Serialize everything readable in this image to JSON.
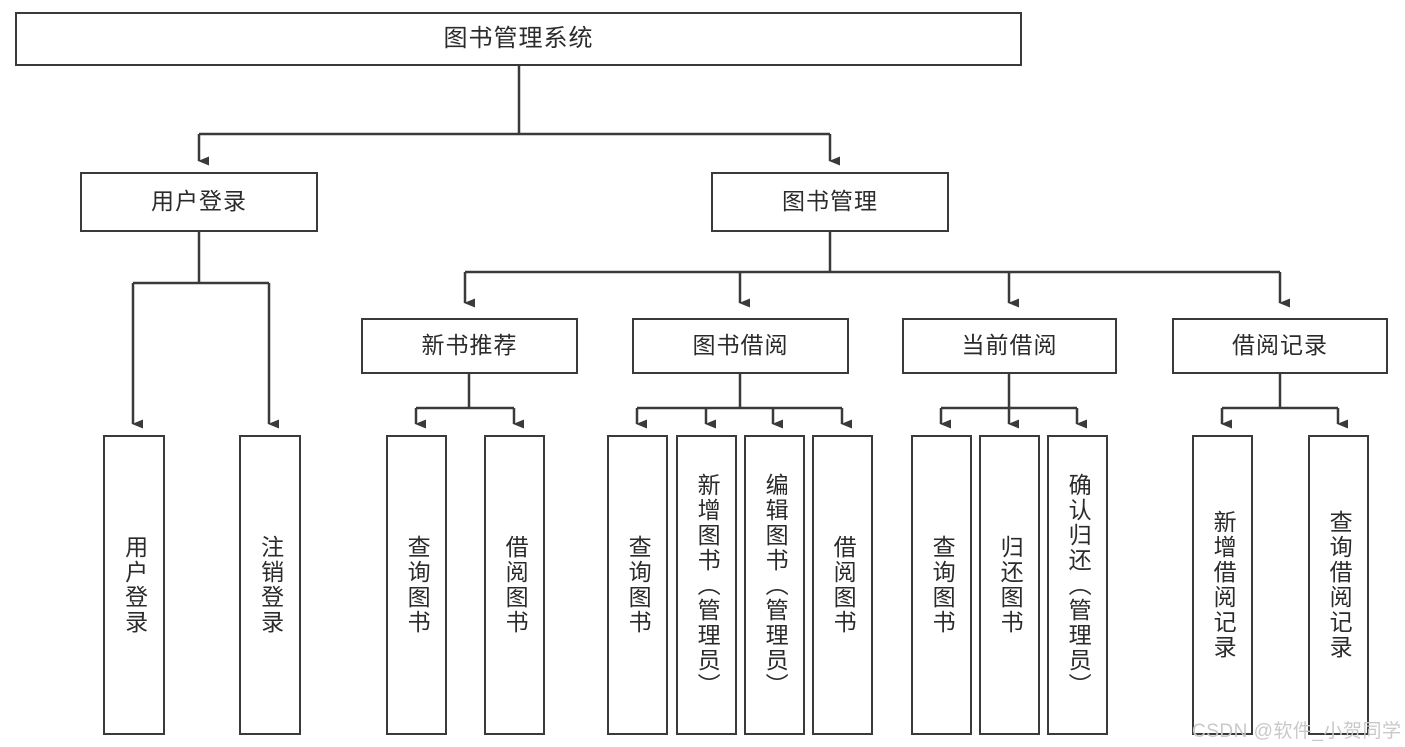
{
  "diagram": {
    "type": "hierarchy-tree",
    "title": "图书管理系统",
    "watermark": "CSDN @软件_小贺同学",
    "colors": {
      "stroke": "#3a3a3a",
      "fill": "#ffffff",
      "text": "#2b2b2b",
      "watermark": "#c9c9c9"
    },
    "levels": {
      "root": {
        "label": "图书管理系统"
      },
      "level2": [
        {
          "label": "用户登录"
        },
        {
          "label": "图书管理"
        }
      ],
      "level3": [
        {
          "label": "新书推荐"
        },
        {
          "label": "图书借阅"
        },
        {
          "label": "当前借阅"
        },
        {
          "label": "借阅记录"
        }
      ]
    },
    "leaves": {
      "user_login": [
        {
          "label": "用户登录"
        },
        {
          "label": "注销登录"
        }
      ],
      "new_book_recommend": [
        {
          "label": "查询图书"
        },
        {
          "label": "借阅图书"
        }
      ],
      "book_borrow": [
        {
          "label": "查询图书"
        },
        {
          "label": "新增图书（管理员）"
        },
        {
          "label": "编辑图书（管理员）"
        },
        {
          "label": "借阅图书"
        }
      ],
      "current_borrow": [
        {
          "label": "查询图书"
        },
        {
          "label": "归还图书"
        },
        {
          "label": "确认归还（管理员）"
        }
      ],
      "borrow_record": [
        {
          "label": "新增借阅记录"
        },
        {
          "label": "查询借阅记录"
        }
      ]
    }
  }
}
